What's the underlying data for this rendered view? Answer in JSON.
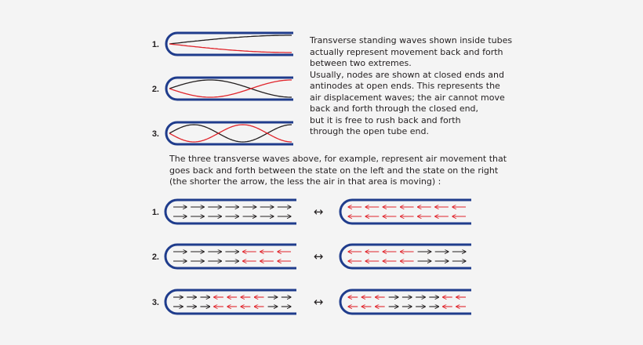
{
  "colors": {
    "tube": "#1f3c8c",
    "wave_a": "#231f20",
    "wave_b": "#e0242b",
    "arrow_right": "#231f20",
    "arrow_left": "#e0242b",
    "background": "#f4f4f4"
  },
  "tube_labels": [
    "1.",
    "2.",
    "3."
  ],
  "description_lines": [
    "Transverse standing waves shown inside tubes",
    "actually represent movement back and forth",
    "between two extremes.",
    "Usually, nodes are shown at closed ends and",
    "antinodes at open ends. This represents the",
    "air displacement waves; the air cannot move",
    "back and forth through the closed end,",
    "but it is free to rush back and forth",
    "through the open tube end."
  ],
  "summary_lines": [
    "The three transverse waves above, for example, represent air movement that",
    "goes back and forth between the state on the left and the state on the right",
    "(the shorter the arrow, the less the air in that area is moving) :"
  ],
  "standing_waves": [
    {
      "label": "1.",
      "half_wavelengths": 0.5
    },
    {
      "label": "2.",
      "half_wavelengths": 1.5
    },
    {
      "label": "3.",
      "half_wavelengths": 2.5
    }
  ],
  "swap_symbol": "↔",
  "arrow_rows": [
    {
      "label": "1.",
      "left": [
        1,
        1,
        1,
        1,
        1,
        1,
        1
      ],
      "right": [
        -1,
        -1,
        -1,
        -1,
        -1,
        -1,
        -1
      ]
    },
    {
      "label": "2.",
      "left": [
        1,
        1,
        1,
        1,
        -1,
        -1,
        -1
      ],
      "right": [
        -1,
        -1,
        -1,
        -1,
        1,
        1,
        1
      ]
    },
    {
      "label": "3.",
      "left": [
        1,
        1,
        1,
        -1,
        -1,
        -1,
        -1,
        1,
        1
      ],
      "right": [
        -1,
        -1,
        -1,
        1,
        1,
        1,
        1,
        -1,
        -1
      ]
    }
  ]
}
